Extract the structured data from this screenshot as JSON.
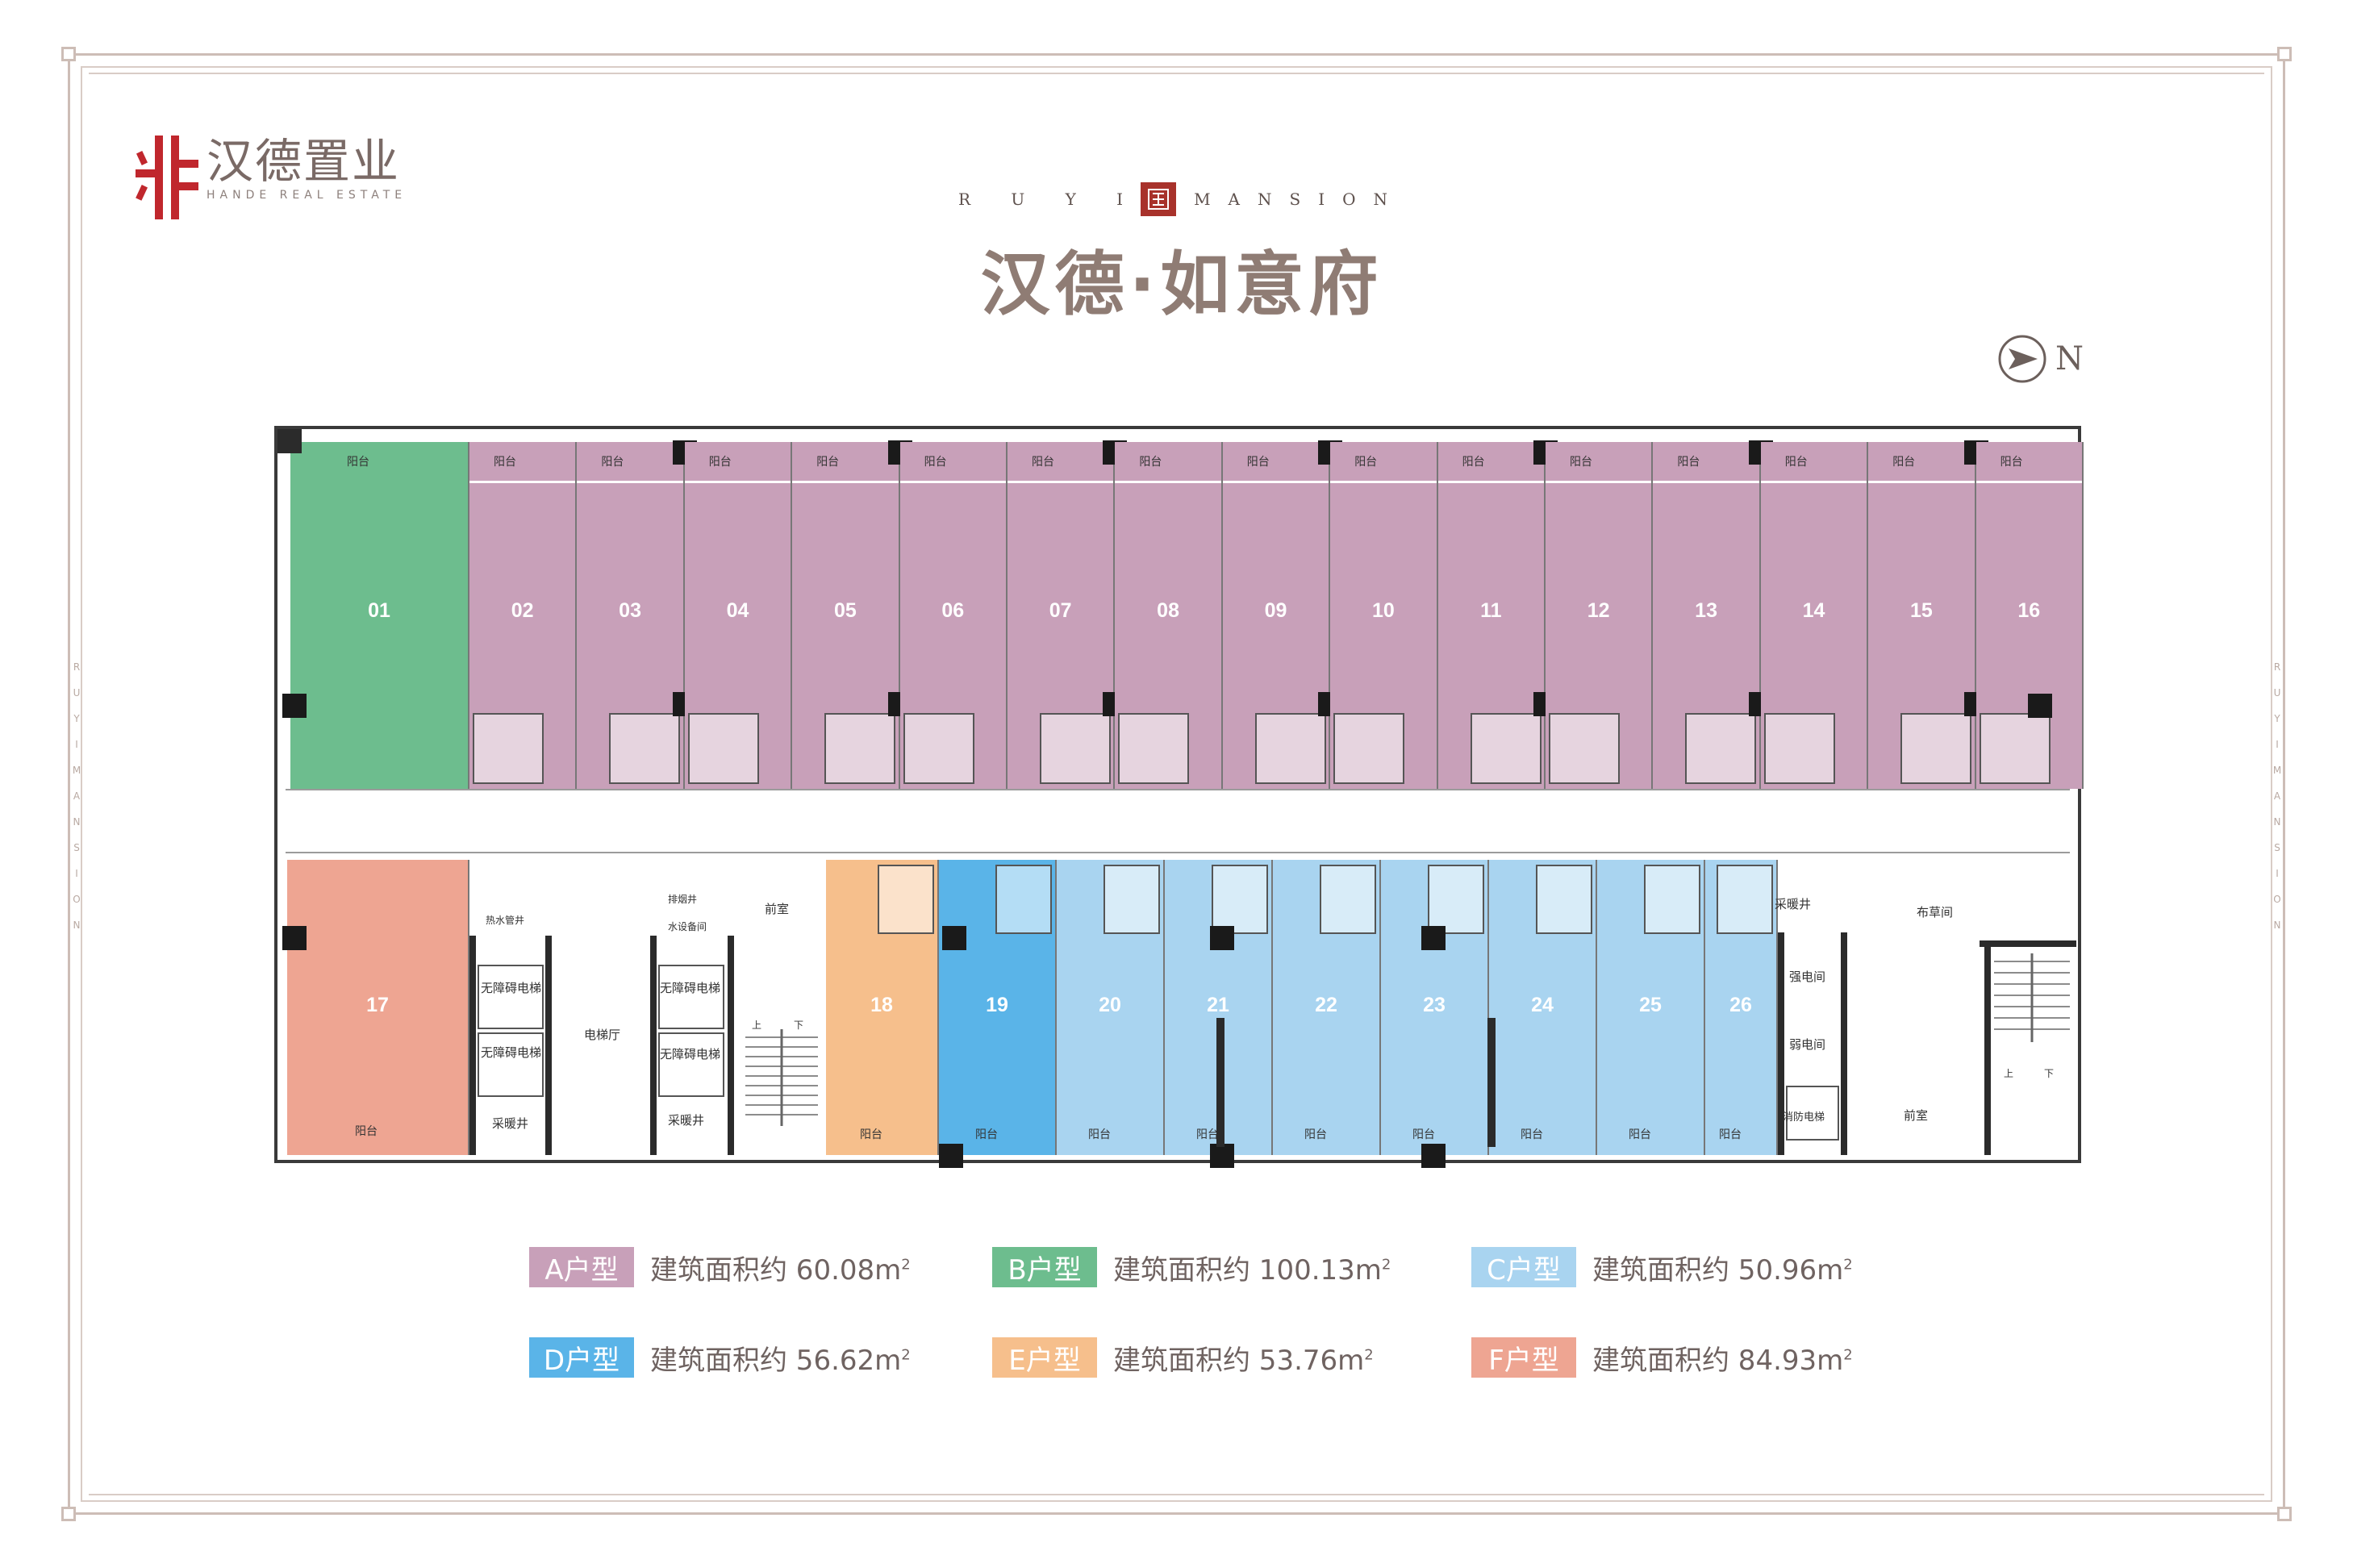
{
  "brand": {
    "name": "汉德置业",
    "name_en": "HANDE REAL ESTATE",
    "color": "#c0272d"
  },
  "header": {
    "ruyi_left": "R U Y I",
    "ruyi_right": "MANSION",
    "title": "汉德·如意府"
  },
  "side_text": "R U Y I M A N S I O N",
  "north": {
    "label": "N"
  },
  "colors": {
    "A": "#c8a0b9",
    "B": "#6dbd8e",
    "C": "#a9d4f0",
    "D": "#5ab4e8",
    "E": "#f6bf8c",
    "F": "#eea592"
  },
  "plan": {
    "top_units": [
      "01",
      "02",
      "03",
      "04",
      "05",
      "06",
      "07",
      "08",
      "09",
      "10",
      "11",
      "12",
      "13",
      "14",
      "15",
      "16"
    ],
    "bottom_units": [
      "17",
      "18",
      "19",
      "20",
      "21",
      "22",
      "23",
      "24",
      "25",
      "26"
    ],
    "labels": {
      "balcony": "阳台",
      "elevator_hall": "电梯厅",
      "accessible_elevator": "无障碍电梯",
      "heating_shaft": "采暖井",
      "front_room": "前室",
      "strong_elec": "强电间",
      "weak_elec": "弱电间",
      "fire_elevator": "消防电梯",
      "lawn_room": "布草间",
      "water_pipe": "热水管井",
      "water_well": "水设备间",
      "exhaust": "排烟井",
      "up": "上",
      "down": "下"
    }
  },
  "legend": [
    {
      "type": "A户型",
      "text": "建筑面积约 60.08m",
      "color": "#c8a0b9"
    },
    {
      "type": "B户型",
      "text": "建筑面积约 100.13m",
      "color": "#6dbd8e"
    },
    {
      "type": "C户型",
      "text": "建筑面积约 50.96m",
      "color": "#a9d4f0"
    },
    {
      "type": "D户型",
      "text": "建筑面积约 56.62m",
      "color": "#5ab4e8"
    },
    {
      "type": "E户型",
      "text": "建筑面积约 53.76m",
      "color": "#f6bf8c"
    },
    {
      "type": "F户型",
      "text": "建筑面积约 84.93m",
      "color": "#eea592"
    }
  ],
  "legend_sup": "2"
}
